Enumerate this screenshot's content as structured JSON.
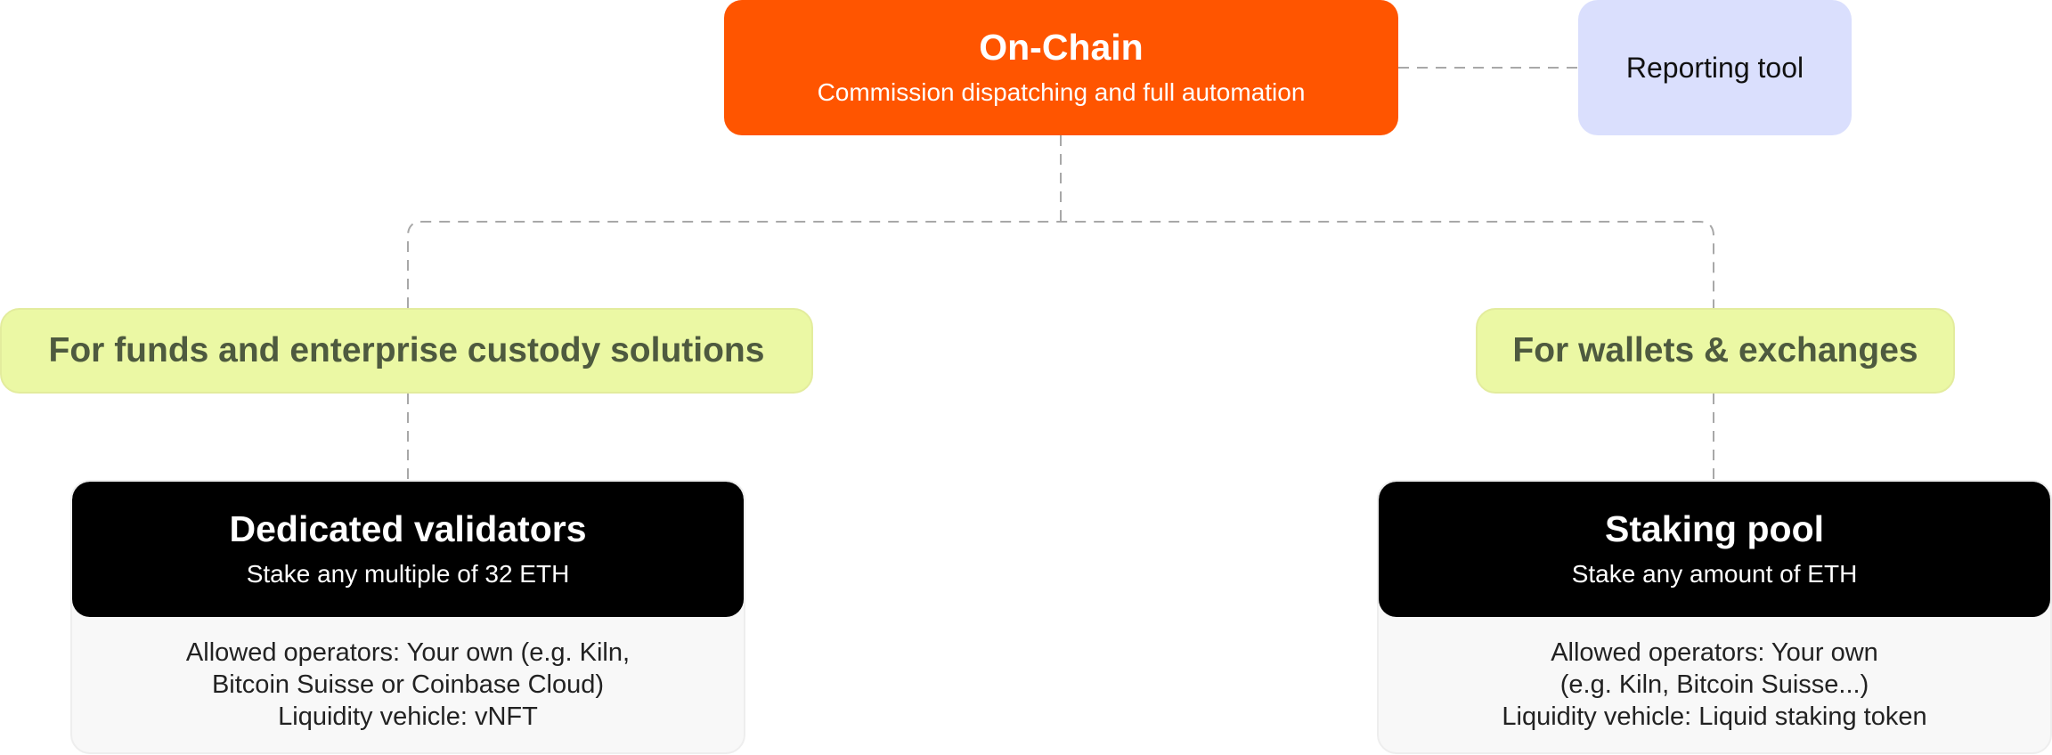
{
  "top_node": {
    "title": "On-Chain",
    "subtitle": "Commission dispatching and full automation"
  },
  "side_node": {
    "label": "Reporting tool"
  },
  "categories": [
    {
      "label": "For funds and enterprise custody solutions"
    },
    {
      "label": "For wallets & exchanges"
    }
  ],
  "products": [
    {
      "title": "Dedicated validators",
      "subtitle": "Stake any multiple of 32 ETH",
      "details": [
        "Allowed operators: Your own (e.g. Kiln,",
        "Bitcoin Suisse or Coinbase Cloud)",
        "Liquidity vehicle: vNFT"
      ]
    },
    {
      "title": "Staking pool",
      "subtitle": "Stake any amount of ETH",
      "details": [
        "Allowed operators: Your own",
        "(e.g. Kiln, Bitcoin Suisse...)",
        "Liquidity vehicle: Liquid staking token"
      ]
    }
  ],
  "colors": {
    "top_node_bg": "#ff5500",
    "side_node_bg": "#dadffd",
    "category_bg": "#ebf8a4",
    "category_text": "#4e5a3f",
    "product_head_bg": "#000000",
    "product_body_bg": "#f8f8f8",
    "connector": "#a8a8a8"
  }
}
